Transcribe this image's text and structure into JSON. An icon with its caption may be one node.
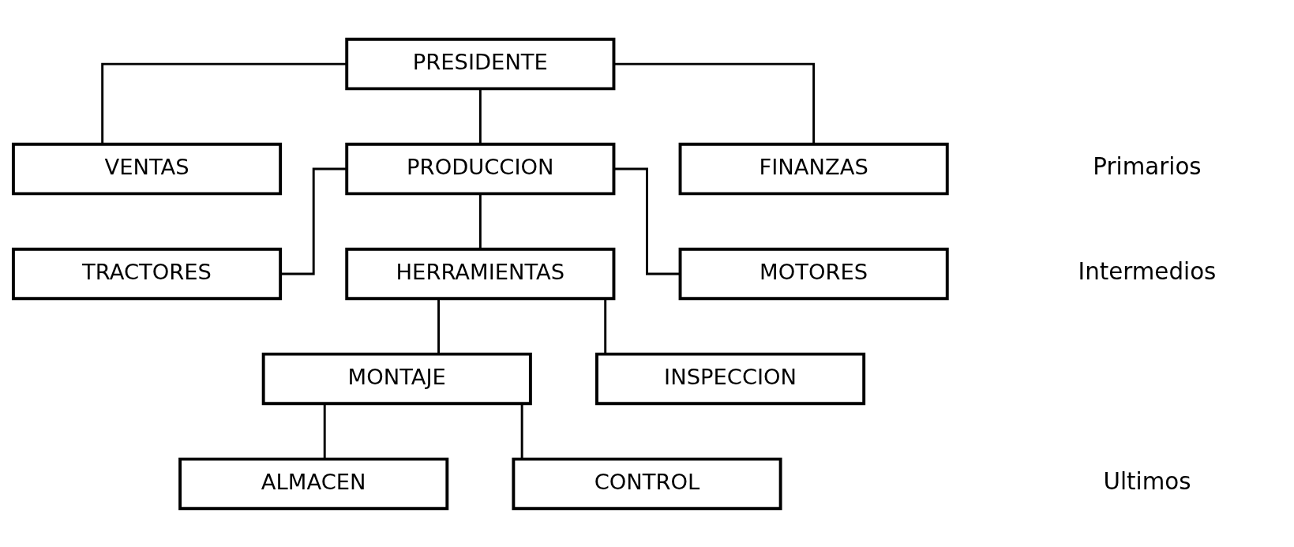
{
  "diagram": {
    "nodes": [
      {
        "text": [
          "PRESIDENTE"
        ]
      },
      {
        "text": [
          "VENTAS"
        ]
      },
      {
        "text": [
          "PRODUCCION"
        ]
      },
      {
        "text": [
          "FINANZAS"
        ]
      },
      {
        "text": [
          "TRACTORES"
        ]
      },
      {
        "text": [
          "HERRAMIENTAS"
        ]
      },
      {
        "text": [
          "MOTORES"
        ]
      },
      {
        "text": [
          "MONTAJE"
        ]
      },
      {
        "text": [
          "INSPECCION"
        ]
      },
      {
        "text": [
          "ALMACEN"
        ]
      },
      {
        "text": [
          "CONTROL"
        ]
      }
    ],
    "edges": [
      {
        "from": 0,
        "to": 1,
        "arrow": "none"
      },
      {
        "from": 0,
        "to": 2,
        "arrow": "none"
      },
      {
        "from": 0,
        "to": 3,
        "arrow": "none"
      },
      {
        "from": 2,
        "to": 4,
        "arrow": "none"
      },
      {
        "from": 2,
        "to": 5,
        "arrow": "none"
      },
      {
        "from": 2,
        "to": 6,
        "arrow": "none"
      },
      {
        "from": 5,
        "to": 7,
        "arrow": "none"
      },
      {
        "from": 5,
        "to": 8,
        "arrow": "none"
      },
      {
        "from": 7,
        "to": 9,
        "arrow": "none"
      },
      {
        "from": 7,
        "to": 10,
        "arrow": "none"
      }
    ],
    "labels": [
      "Primarios",
      "Intermedios",
      "Ultimos"
    ]
  }
}
